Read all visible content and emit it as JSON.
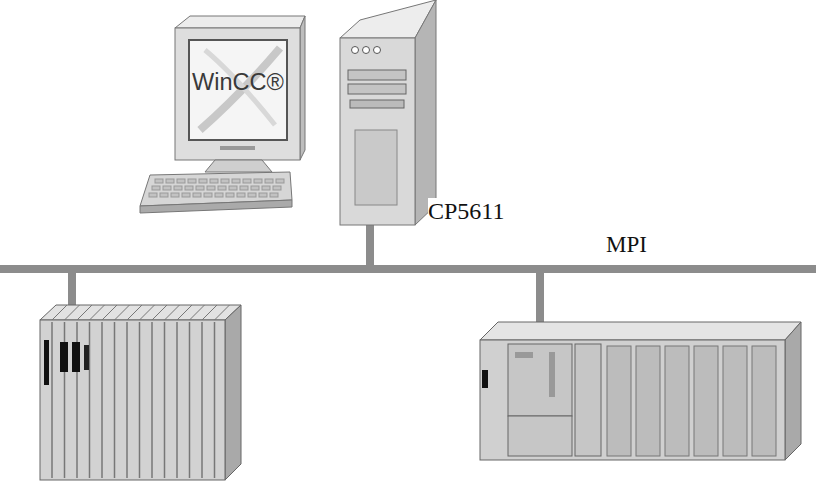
{
  "diagram": {
    "labels": [
      "WinCC®",
      "CP5611",
      "MPI"
    ]
  }
}
